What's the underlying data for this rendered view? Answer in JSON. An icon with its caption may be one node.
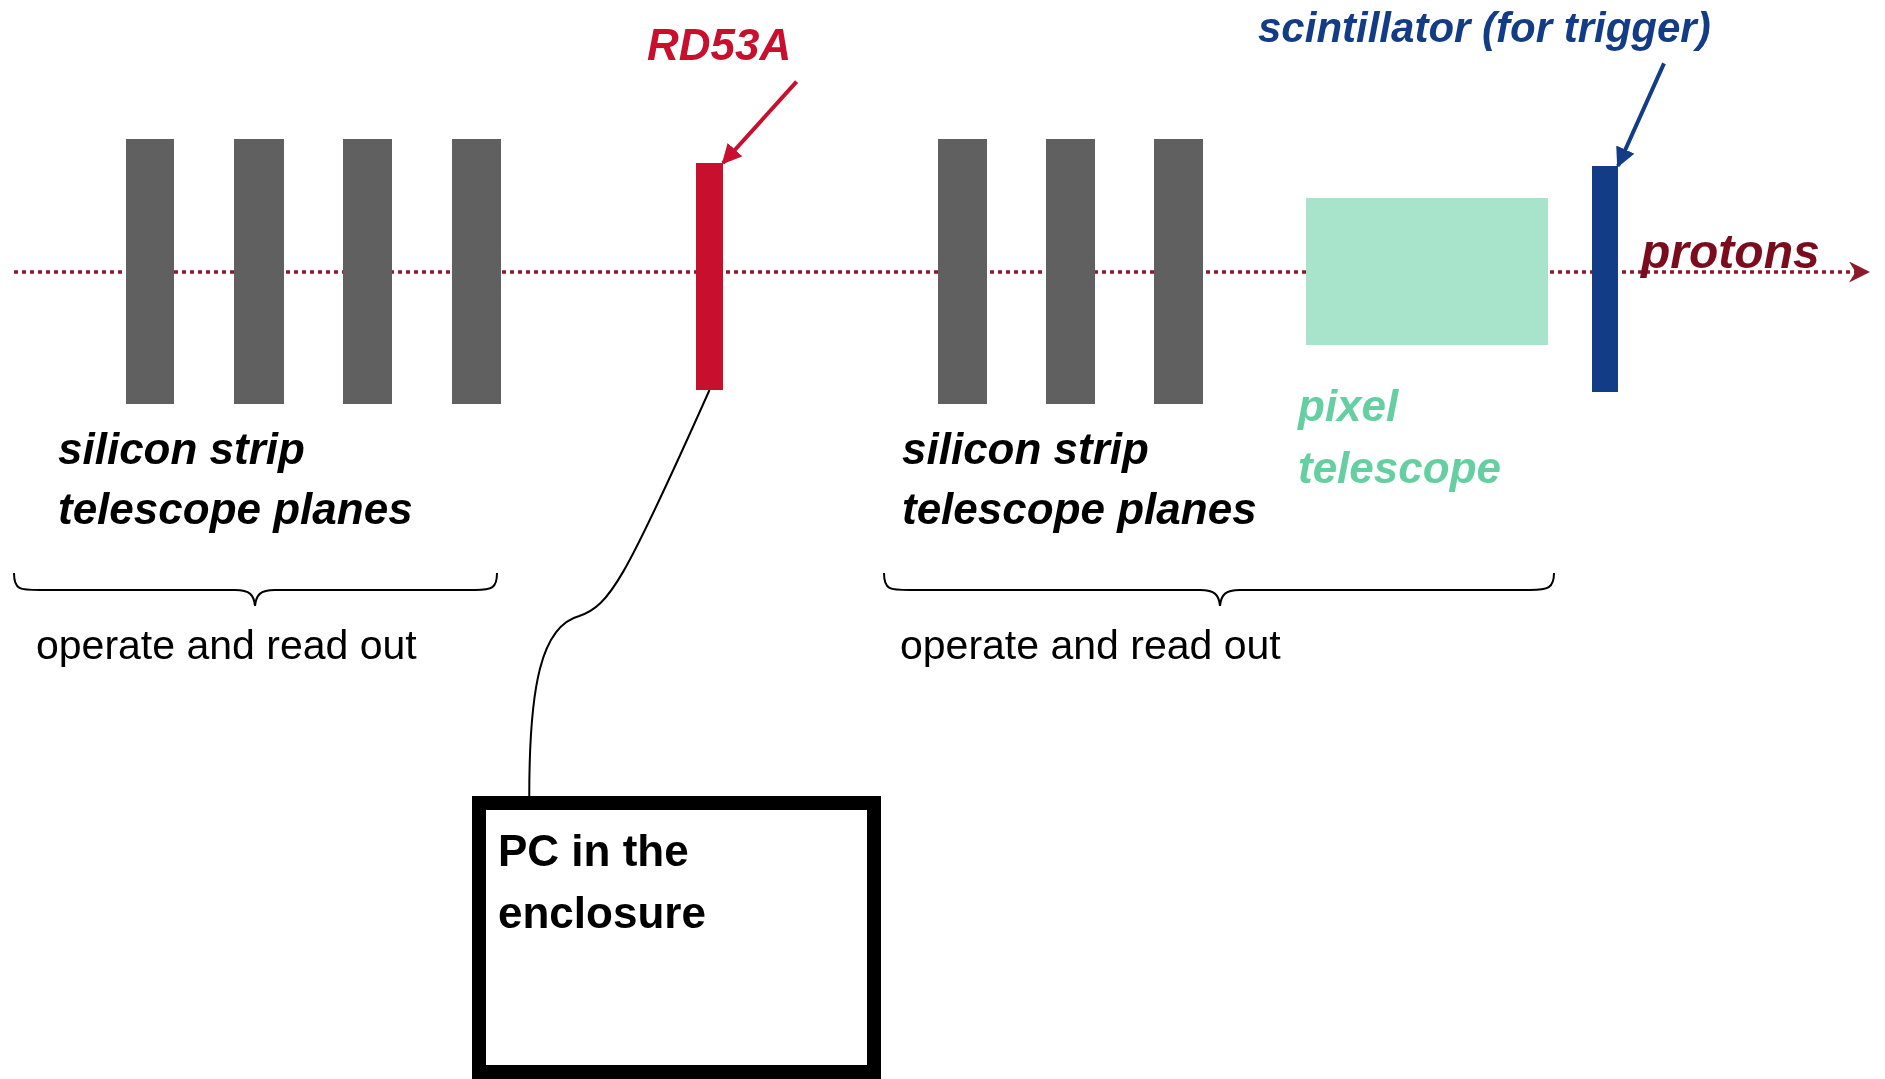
{
  "diagram": {
    "nodes": [
      {
        "text": [],
        "shape": "bar"
      },
      {
        "text": [],
        "shape": "bar"
      },
      {
        "text": [],
        "shape": "bar"
      },
      {
        "text": [],
        "shape": "bar"
      },
      {
        "text": [
          "RD53A"
        ]
      },
      {
        "text": [],
        "shape": "bar"
      },
      {
        "text": [],
        "shape": "bar"
      },
      {
        "text": [],
        "shape": "bar"
      },
      {
        "text": [],
        "shape": "bar"
      },
      {
        "text": [
          "pixel telescope"
        ]
      },
      {
        "text": [
          "scintillator (for trigger)"
        ]
      },
      {
        "text": [],
        "shape": "bar"
      },
      {
        "text": [
          "PC in the enclosure"
        ]
      }
    ],
    "edges": [
      {
        "from": 4,
        "to": 5,
        "arrow": "to",
        "color": "#c8102e"
      },
      {
        "from": 10,
        "to": 11,
        "arrow": "to",
        "color": "#133c87"
      },
      {
        "from": 12,
        "to": 5,
        "arrow": "none",
        "color": "#000000"
      }
    ],
    "labels": [
      "protons",
      "silicon strip telescope planes",
      "silicon strip telescope planes",
      "operate and read out",
      "operate and read out"
    ]
  }
}
